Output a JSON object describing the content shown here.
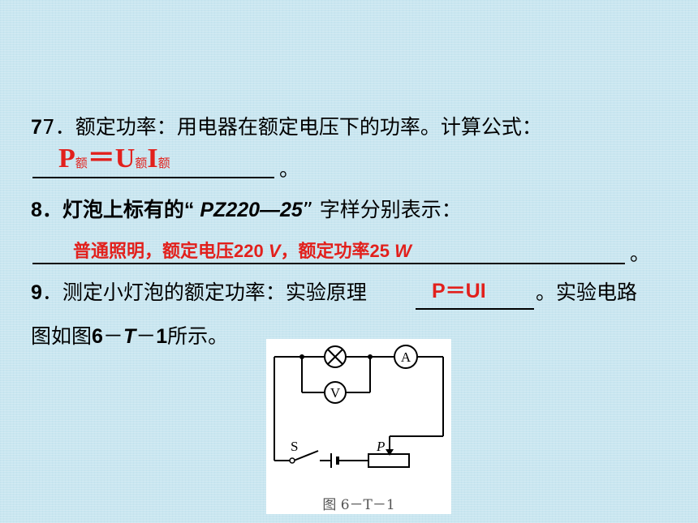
{
  "q7": {
    "text": "7．额定功率：用电器在额定电压下的功率。计算公式：",
    "period": "。",
    "answer": {
      "P": "P",
      "P_sub": "额",
      "eq": "＝",
      "U": "U",
      "U_sub": "额",
      "I": "I",
      "I_sub": "额"
    }
  },
  "q8": {
    "num": "8．灯泡上标有的“ ",
    "mark": "PZ220—25",
    "rest": "” 字样分别表示：",
    "period": "。",
    "answer": {
      "a1": "普通照明，额定电压",
      "a2": "220 ",
      "a3": "V",
      "a4": "，额定功率",
      "a5": "25 ",
      "a6": "W"
    }
  },
  "q9": {
    "num": "9",
    "text1": "．测定小灯泡的额定功率：实验原理",
    "text2": "。实验电路",
    "line2_a": "图如图",
    "line2_b": "6",
    "line2_c": "－",
    "line2_d": "T",
    "line2_e": "－",
    "line2_f": "1",
    "line2_g": "所示。",
    "answer": "P＝UI"
  },
  "figure": {
    "caption": "图 6－T－1",
    "ammeter": "A",
    "voltmeter": "V",
    "switch": "S",
    "slider": "P"
  }
}
